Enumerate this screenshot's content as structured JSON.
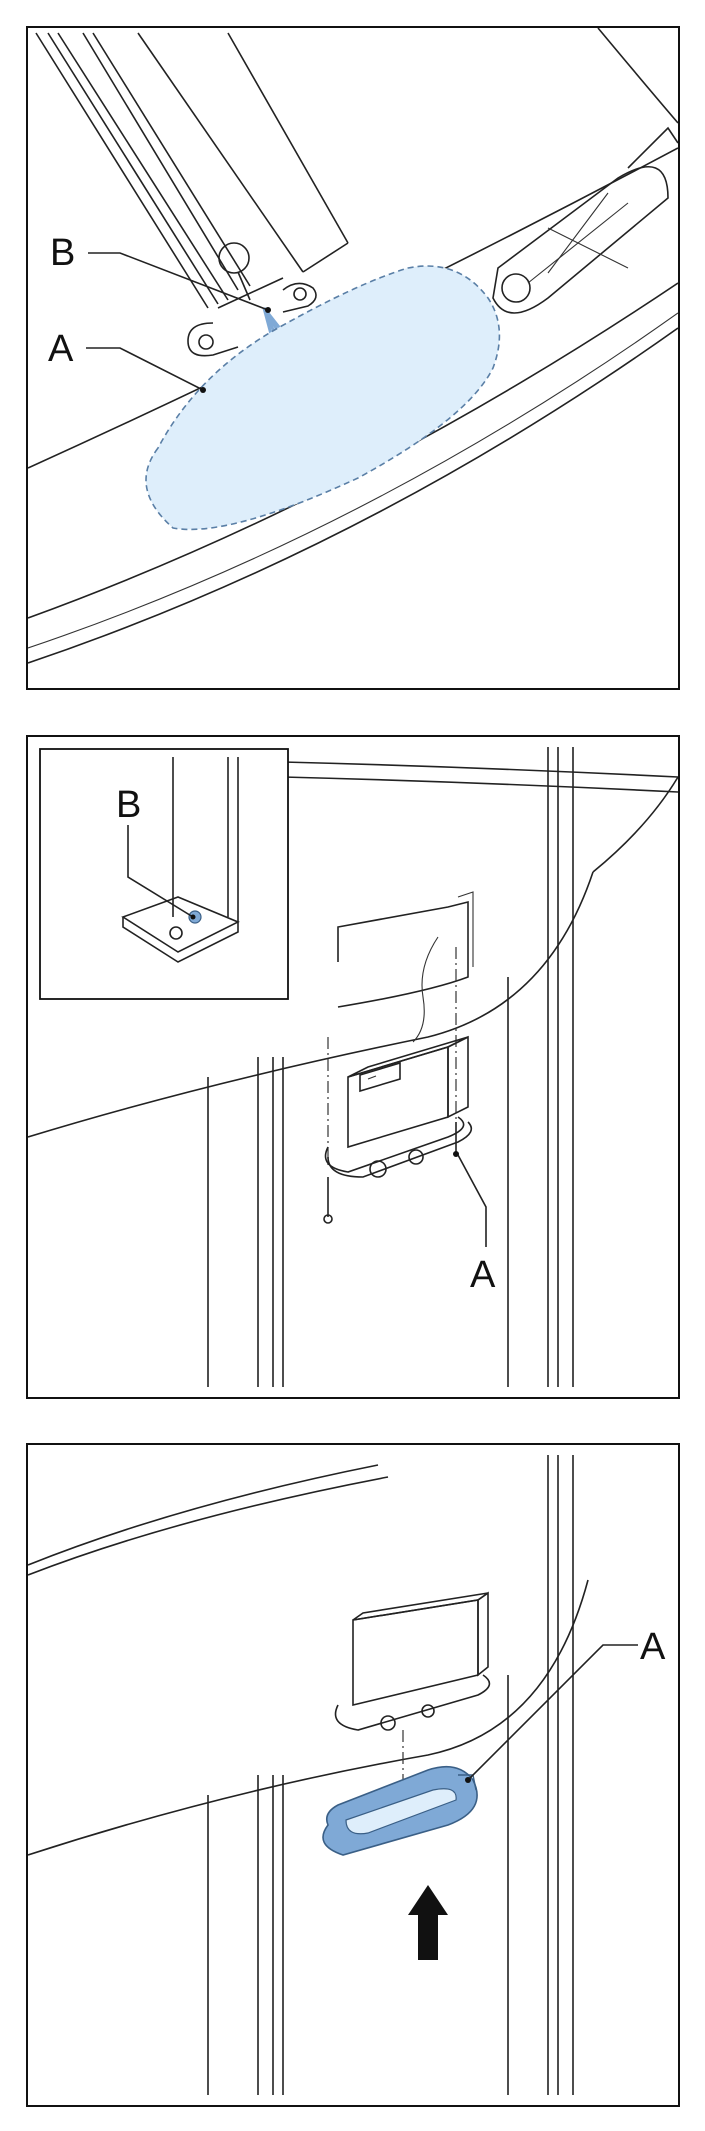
{
  "panels": [
    {
      "id": "panel-1",
      "labels": {
        "a": "A",
        "b": "B"
      }
    },
    {
      "id": "panel-2",
      "labels": {
        "a": "A",
        "b": "B"
      }
    },
    {
      "id": "panel-3",
      "labels": {
        "a": "A"
      }
    }
  ],
  "colors": {
    "highlight_fill": "#deeefb",
    "highlight_stroke": "#5a7fa6",
    "part_blue": "#7fa9d6",
    "outline": "#111111"
  },
  "icons": {
    "direction": "up-arrow-icon"
  }
}
